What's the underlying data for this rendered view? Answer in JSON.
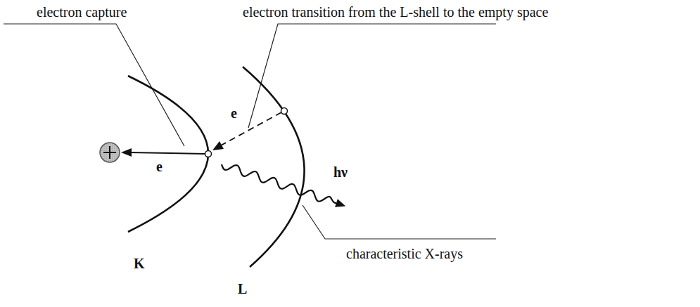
{
  "diagram": {
    "labels": [
      "electron capture",
      "electron transition from the L-shell to the empty space",
      "e",
      "e",
      "hν",
      "characteristic X-rays",
      "K",
      "L"
    ]
  }
}
